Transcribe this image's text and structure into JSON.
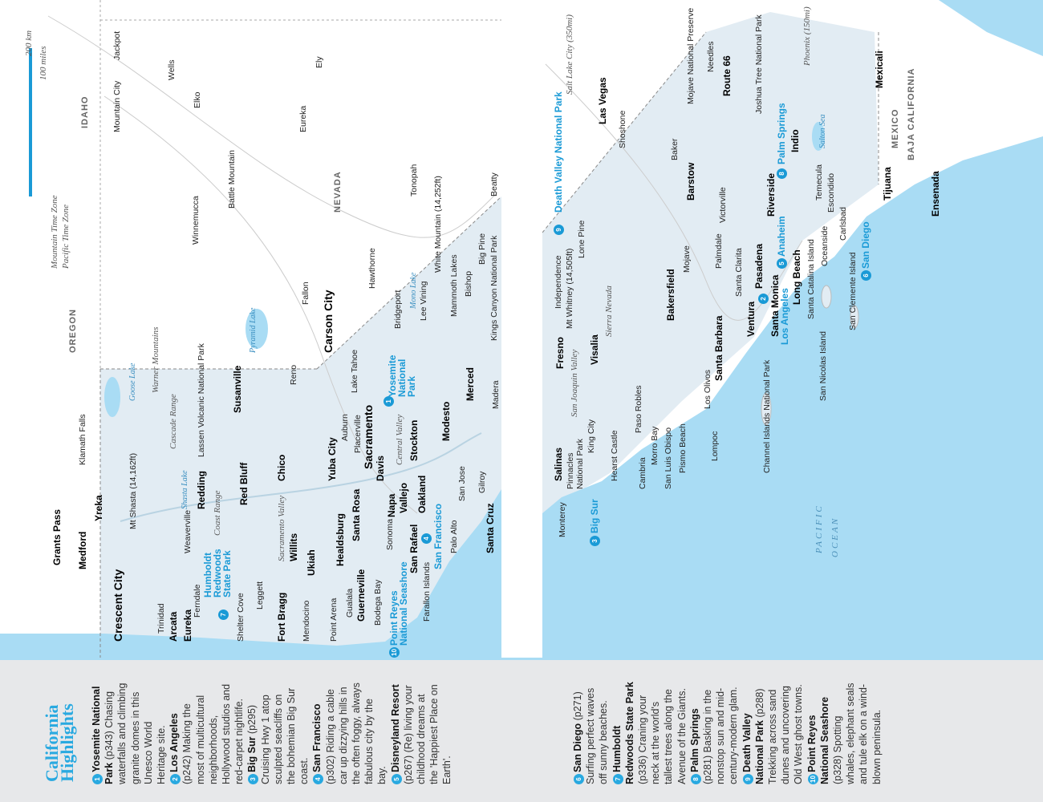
{
  "map": {
    "labels": [
      "Crescent City",
      "Arcata",
      "Eureka",
      "Trinidad",
      "Ferndale",
      "Humboldt Redwoods State Park",
      "Shelter Cove",
      "Leggett",
      "Fort Bragg",
      "Willits",
      "Ukiah",
      "Mendocino",
      "Point Arena",
      "Gualala",
      "Healdsburg",
      "Guerneville",
      "Santa Rosa",
      "Bodega Bay",
      "Sonoma",
      "Napa",
      "Point Reyes National Seashore",
      "San Rafael",
      "Vallejo",
      "Oakland",
      "San Francisco",
      "Farallon Islands",
      "Palo Alto",
      "San Jose",
      "Gilroy",
      "Santa Cruz",
      "Stockton",
      "Davis",
      "Sacramento",
      "Placerville",
      "Auburn",
      "Yuba City",
      "Chico",
      "Red Bluff",
      "Redding",
      "Weaverville",
      "Yreka",
      "Medford",
      "Grants Pass",
      "Klamath Falls",
      "Susanville",
      "Lake Tahoe",
      "Reno",
      "Carson City",
      "Yosemite National Park",
      "Modesto",
      "Merced",
      "Madera",
      "Mammoth Lakes",
      "Bishop",
      "Big Pine",
      "Kings Canyon National Park",
      "Lee Vining",
      "Bridgeport",
      "Hawthorne",
      "Tonopah",
      "Beatty",
      "NEVADA",
      "OREGON",
      "IDAHO",
      "Winnemucca",
      "Elko",
      "Wells",
      "Jackpot",
      "Mountain City",
      "Ely",
      "Eureka",
      "Fallon",
      "Battle Mountain",
      "Mountain Time Zone",
      "Pacific Time Zone",
      "Sacramento Valley",
      "Central Valley",
      "Coast Range",
      "Cascade Range",
      "Warner Mountains",
      "Lassen Volcanic National Park",
      "Salinas",
      "Monterey",
      "Big Sur",
      "Pinnacles National Park",
      "King City",
      "Hearst Castle",
      "Paso Robles",
      "Cambria",
      "Morro Bay",
      "San Luis Obispo",
      "Pismo Beach",
      "Lompoc",
      "Los Olivos",
      "Santa Barbara",
      "Ventura",
      "Santa Monica",
      "Los Angeles",
      "Long Beach",
      "Pasadena",
      "Anaheim",
      "Riverside",
      "Palm Springs",
      "Indio",
      "San Diego",
      "Tijuana",
      "Ensenada",
      "Mexicali",
      "MEXICO",
      "BAJA CALIFORNIA",
      "Oceanside",
      "Carlsbad",
      "Escondido",
      "Temecula",
      "Bakersfield",
      "Visalia",
      "Fresno",
      "Barstow",
      "Victorville",
      "Palmdale",
      "Santa Clarita",
      "Mojave",
      "Las Vegas",
      "Death Valley National Park",
      "Needles",
      "Route 66",
      "Channel Islands National Park",
      "PACIFIC",
      "San Joaquin Valley",
      "Sierra Nevada",
      "Santa Catalina Island",
      "San Clemente Island",
      "San Nicolas Island",
      "Salton Sea",
      "Joshua Tree National Park",
      "Mojave National Preserve",
      "Baker",
      "Shoshone",
      "Lone Pine",
      "Independence",
      "OCEAN",
      "Mono Lake",
      "Pyramid Lake",
      "Goose Lake",
      "Shasta Lake",
      "Salt Lake City (350mi)",
      "Phoenix (150mi)",
      "Mt Shasta (14,162ft)",
      "Mt Whitney (14,505ft)",
      "White Mountain (14,252ft)",
      "200 km",
      "100 miles"
    ]
  },
  "legend": {
    "title": "California Highlights",
    "items": [
      {
        "num": "1",
        "name": "Yosemite National Park",
        "page": "(p343)",
        "text": "Chasing waterfalls and climbing granite domes in this Unesco World Heritage site."
      },
      {
        "num": "2",
        "name": "Los Angeles",
        "page": "(p242)",
        "text": "Making the most of multicultural neighborhoods, Hollywood studios and red-carpet nightlife."
      },
      {
        "num": "3",
        "name": "Big Sur",
        "page": "(p295)",
        "text": "Cruising Hwy 1 atop sculpted seacliffs on the bohemian Big Sur coast."
      },
      {
        "num": "4",
        "name": "San Francisco",
        "page": "(p302)",
        "text": "Riding a cable car up dizzying hills in the often foggy, always fabulous city by the bay."
      },
      {
        "num": "5",
        "name": "Disneyland Resort",
        "page": "(p267)",
        "text": "(Re) living your childhood dreams at the 'Happiest Place on Earth'."
      },
      {
        "num": "6",
        "name": "San Diego",
        "page": "(p271)",
        "text": "Surfing perfect waves off sunny beaches."
      },
      {
        "num": "7",
        "name": "Humboldt Redwoods State Park",
        "page": "(p336)",
        "text": "Craning your neck at the world's tallest trees along the Avenue of the Giants."
      },
      {
        "num": "8",
        "name": "Palm Springs",
        "page": "(p281)",
        "text": "Basking in the nonstop sun and mid-century-modern glam."
      },
      {
        "num": "9",
        "name": "Death Valley National Park",
        "page": "(p288)",
        "text": "Trekking across sand dunes and uncovering Old West ghost towns."
      },
      {
        "num": "10",
        "name": "Point Reyes National Seashore",
        "page": "(p328)",
        "text": "Spotting whales, elephant seals and tule elk on a wind-blown peninsula."
      }
    ]
  },
  "colors": {
    "ocean": "#a9dcf4",
    "california": "#e2ecf3",
    "accent": "#29a9e0",
    "legend_bg": "#e7e8ea"
  }
}
